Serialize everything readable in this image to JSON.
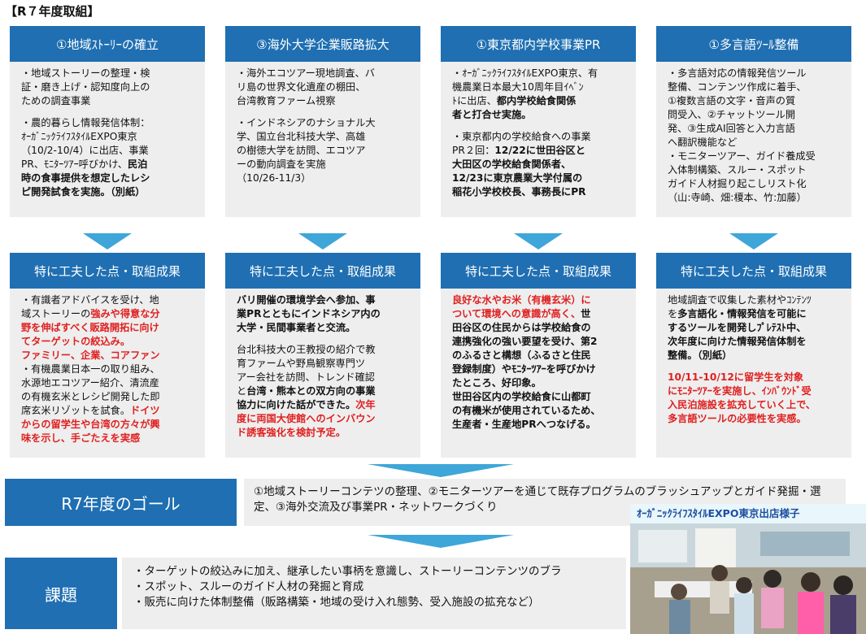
{
  "header": "【R７年度取組】",
  "columns": [
    {
      "title": "①地域ｽﾄｰﾘｰの確立",
      "top": [
        [
          {
            "t": "・地域ストーリーの整理・検\n証・磨き上げ・認知度向上の\nための調査事業"
          }
        ],
        [
          {
            "t": "・農的暮らし情報発信体制：\nｵｰｶﾞﾆｯｸﾗｲﾌｽﾀｲﾙEXPO東京\n（10/2-10/4）に出店、事業\nPR、ﾓﾆﾀｰﾂｱｰ呼びかけ、"
          },
          {
            "t": "民泊\n時の食事提供を想定したレシ\nピ開発試食を実施。（別紙）",
            "s": "b"
          }
        ]
      ],
      "results_title": "特に工夫した点・取組成果",
      "bottom": [
        [
          {
            "t": "・有識者アドバイスを受け、地\n域ストーリーの"
          },
          {
            "t": "強みや得意な分\n野を伸ばすべく販路開拓に向け\nてターゲットの絞込み。\nファミリー、企業、コアファン",
            "s": "r"
          },
          {
            "t": "\n・有機農業日本一の取り組み、\n水源地エコツアー紹介、清流産\nの有機玄米とレシピ開発した即\n席玄米リゾットを試食。"
          },
          {
            "t": "ドイツ\nからの留学生や台湾の方々が興\n味を示し、手ごたえを実感",
            "s": "r"
          }
        ]
      ]
    },
    {
      "title": "③海外大学企業販路拡大",
      "top": [
        [
          {
            "t": "・海外エコツアー現地調査、バ\nリ島の世界文化遺産の棚田、\n台湾教育ファーム視察"
          }
        ],
        [
          {
            "t": "・インドネシアのナショナル大\n学、国立台北科技大学、高雄\nの樹徳大学を訪問、エコツア\nーの動向調査を実施\n（10/26-11/3）"
          }
        ]
      ],
      "results_title": "特に工夫した点・取組成果",
      "bottom": [
        [
          {
            "t": "バリ開催の環境学会へ参加、事\n業PRとともにインドネシア内の\n大学・民間事業者と交流。",
            "s": "b"
          }
        ],
        [
          {
            "t": "台北科技大の王教授の紹介で教\n育ファームや野鳥観察専門ツ\nアー会社を訪問、トレンド確認\nと"
          },
          {
            "t": "台湾・熊本との双方向の事業\n協力に向けた話ができた。",
            "s": "b"
          },
          {
            "t": "次年\n度に両国大使館へのインバウン\nド誘客強化を検討予定。",
            "s": "r"
          }
        ]
      ]
    },
    {
      "title": "①東京都内学校事業PR",
      "top": [
        [
          {
            "t": "・ｵｰｶﾞﾆｯｸﾗｲﾌｽﾀｲﾙEXPO東京、有\n機農業日本最大10周年目ｲﾍﾞﾝ\nﾄに出店、"
          },
          {
            "t": "都内学校給食関係\n者と打合せ実施。",
            "s": "b"
          }
        ],
        [
          {
            "t": "・東京都内の学校給食への事業\nPR２回："
          },
          {
            "t": "12/22に世田谷区と\n大田区の学校給食関係者、\n12/23に東京農業大学付属の\n稲花小学校校長、事務長にPR",
            "s": "b"
          }
        ]
      ],
      "results_title": "特に工夫した点・取組成果",
      "bottom": [
        [
          {
            "t": "良好な水やお米（有機玄米）に\nついて環境への意識が高く、",
            "s": "r"
          },
          {
            "t": "世\n田谷区の住民からは学校給食の\n連携強化の強い要望を受け、第2\nのふるさと構想（ふるさと住民\n登録制度）やﾓﾆﾀｰﾂｱｰを呼びかけ\nたところ、好印象。\n世田谷区内の学校給食に山都町\nの有機米が使用されているため、\n生産者・生産地PRへつなげる。",
            "s": "b"
          }
        ]
      ]
    },
    {
      "title": "①多言語ﾂｰﾙ整備",
      "top": [
        [
          {
            "t": "・多言語対応の情報発信ツール\n整備、コンテンツ作成に着手、\n①複数言語の文字・音声の質\n問受入、②チャットツール開\n発、③生成AI回答と入力言語\nへ翻訳機能など\n・モニターツアー、ガイド養成受\n入体制構築、スルー・スポット\nガイド人材掘り起こしリスト化\n（山:寺崎、畑:榎本、竹:加藤）"
          }
        ]
      ],
      "results_title": "特に工夫した点・取組成果",
      "bottom": [
        [
          {
            "t": "地域調査で収集した素材やｺﾝﾃﾝﾂ\nを"
          },
          {
            "t": "多言語化・情報発信を可能に\nするツールを開発しﾌﾟﾚﾃｽﾄ中、\n次年度に向けた情報発信体制を\n整備。（別紙）",
            "s": "b"
          }
        ],
        [
          {
            "t": "10/11-10/12に留学生を対象\nにﾓﾆﾀｰﾂｱｰを実施し、ｲﾝﾊﾞｳﾝﾄﾞ受\n入民泊施設を拡充していく上で、\n多言語ツールの必要性を実感。",
            "s": "r"
          }
        ]
      ]
    }
  ],
  "goal": {
    "label": "R7年度のゴール",
    "text": "①地域ストーリーコンテツの整理、②モニターツアーを通じて既存プログラムのブラッシュアップとガイド発掘・選定、③海外交流及び事業PR・ネットワークづくり"
  },
  "issues": {
    "label": "課題",
    "items": [
      "・ターゲットの絞込みに加え、継承したい事柄を意識し、ストーリーコンテンツのブラ",
      "・スポット、スルーのガイド人材の発掘と育成",
      "・販売に向けた体制整備（販路構築・地域の受け入れ態勢、受入施設の拡充など）"
    ]
  },
  "photo": {
    "caption": "ｵｰｶﾞﾆｯｸﾗｲﾌｽﾀｲﾙEXPO東京出店様子"
  },
  "colors": {
    "blue": "#1f6fb2",
    "arrow": "#3ea6d8",
    "panel": "#eeeeee",
    "red": "#e02020"
  }
}
